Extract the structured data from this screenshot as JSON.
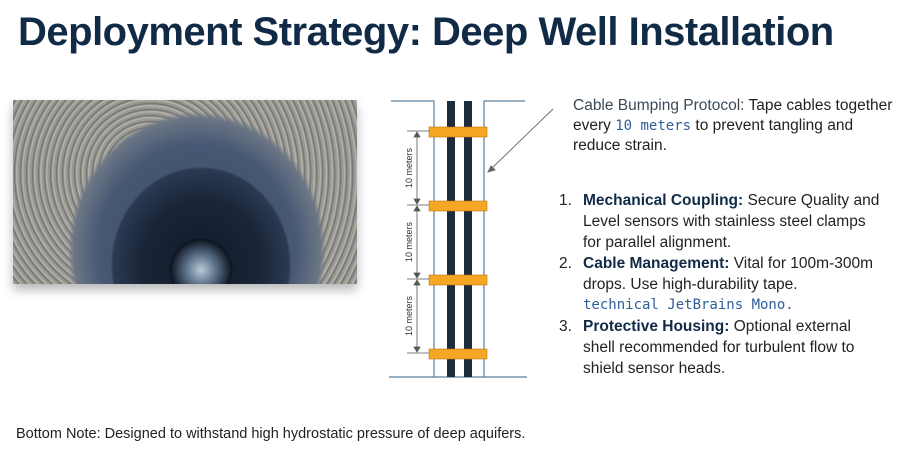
{
  "slide": {
    "title": "Deployment Strategy: Deep Well Installation",
    "photo": {
      "alt": "Looking down into a deep concrete-lined well with water at the bottom"
    },
    "diagram": {
      "spacing_labels": [
        "10 meters",
        "10 meters",
        "10 meters"
      ],
      "colors": {
        "cable": "#1d2b3c",
        "tape": "#f5a623",
        "casing": "#5b7f9a"
      }
    },
    "callout": {
      "label": "Cable Bumping Protocol:",
      "text_before": " Tape cables together every ",
      "mono": "10 meters",
      "text_after": " to prevent tangling and reduce strain."
    },
    "steps": [
      {
        "num": "1.",
        "head": "Mechanical Coupling:",
        "lines": [
          " Secure Quality and",
          "Level sensors with stainless steel clamps",
          "for parallel alignment."
        ]
      },
      {
        "num": "2.",
        "head": "Cable Management:",
        "lines": [
          " Vital for 100m-300m",
          "drops. Use high-durability tape."
        ],
        "mono": "technical JetBrains Mono."
      },
      {
        "num": "3.",
        "head": "Protective Housing:",
        "lines": [
          " Optional external",
          "shell recommended for turbulent flow to",
          "shield sensor heads."
        ]
      }
    ],
    "bottom_note": "Bottom Note: Designed to withstand high hydrostatic pressure of deep aquifers."
  }
}
